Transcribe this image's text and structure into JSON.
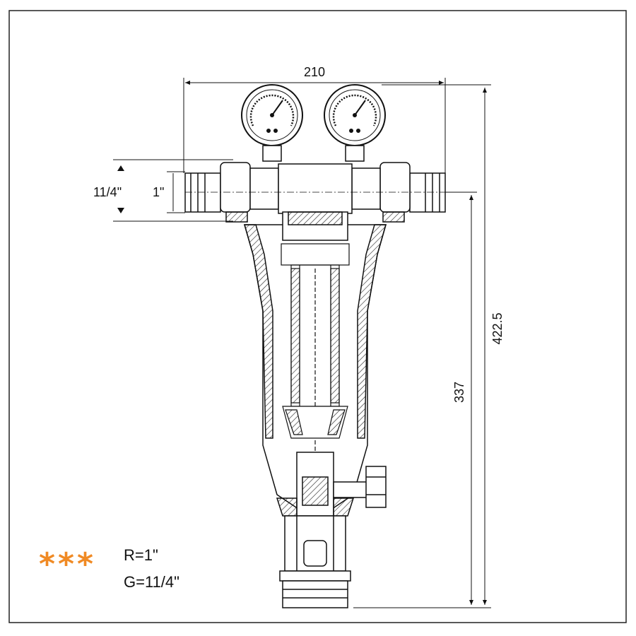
{
  "dimensions": {
    "width": "210",
    "overall_height": "422.5",
    "body_height": "337",
    "outer_thread": "11/4\"",
    "inner_thread": "1\""
  },
  "legend": {
    "marker": "***",
    "marker_color": "#f08a24",
    "line1": "R=1\"",
    "line2": "G=11/4\""
  }
}
